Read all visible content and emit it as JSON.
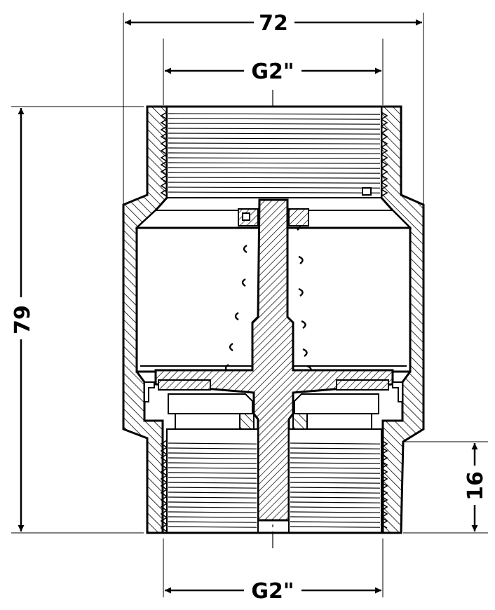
{
  "dimensions": {
    "overall_width": "72",
    "top_thread": "G2\"",
    "bottom_thread": "G2\"",
    "overall_height": "79",
    "thread_length": "16"
  },
  "colors": {
    "line": "#000000",
    "background": "#ffffff"
  }
}
